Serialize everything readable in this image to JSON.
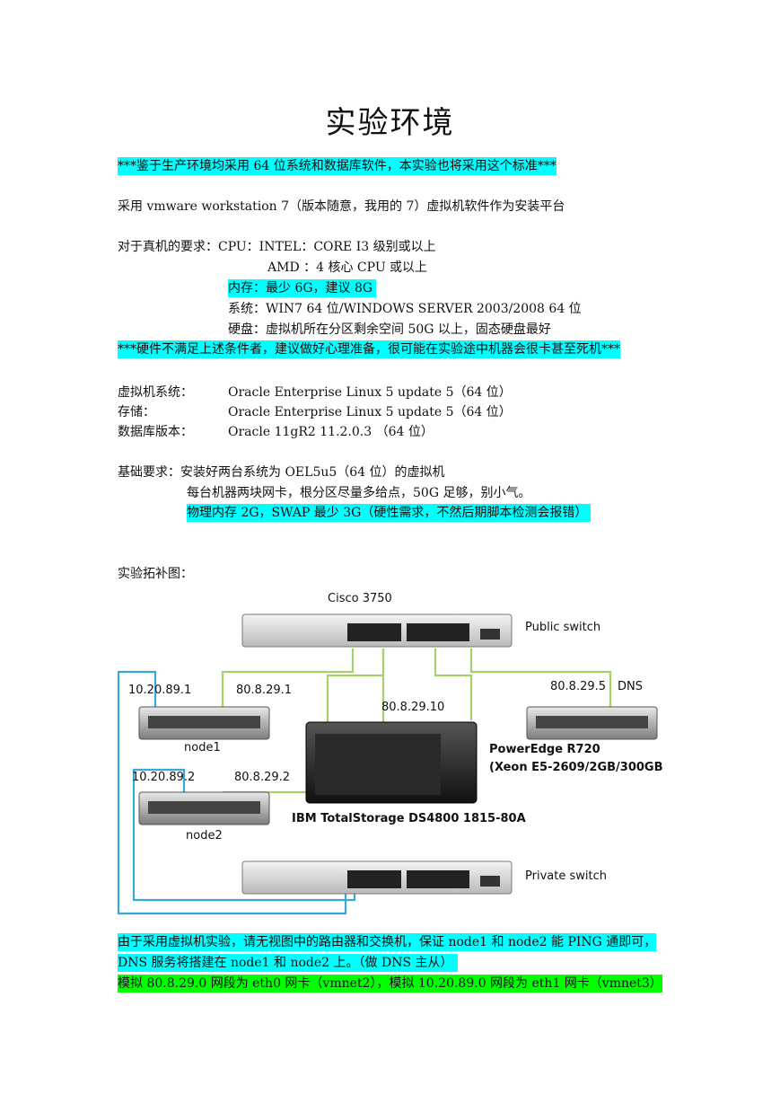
{
  "title": "实验环境",
  "notice1": "***鉴于生产环境均采用 64 位系统和数据库软件，本实验也将采用这个标准***",
  "platform": "采用 vmware workstation 7（版本随意，我用的 7）虚拟机软件作为安装平台",
  "hw": {
    "cpu_label": "对于真机的要求：CPU：INTEL：CORE I3 级别或以上",
    "amd": "AMD ：4 核心 CPU 或以上",
    "mem": "内存：最少 6G，建议 8G",
    "os": "系统：WIN7 64 位/WINDOWS SERVER 2003/2008 64 位",
    "disk": "硬盘：虚拟机所在分区剩余空间 50G 以上，固态硬盘最好"
  },
  "notice2": "***硬件不满足上述条件者，建议做好心理准备，很可能在实验途中机器会很卡甚至死机***",
  "software": [
    {
      "label": "虚拟机系统：",
      "value": "Oracle Enterprise Linux 5 update 5（64 位）"
    },
    {
      "label": "存储：",
      "value": "Oracle Enterprise Linux 5 update 5（64 位）"
    },
    {
      "label": "数据库版本：",
      "value": "Oracle 11gR2 11.2.0.3 （64 位）"
    }
  ],
  "basic": {
    "line1": "基础要求：安装好两台系统为 OEL5u5（64 位）的虚拟机",
    "line2": "每台机器两块网卡，根分区尽量多给点，50G 足够，别小气。",
    "line3": "物理内存 2G，SWAP 最少 3G（硬性需求，不然后期脚本检测会报错）"
  },
  "topology_label": "实验拓补图：",
  "diagram": {
    "cisco": "Cisco 3750",
    "public_switch": "Public switch",
    "private_switch": "Private switch",
    "node1_priv": "10.20.89.1",
    "node1_pub": "80.8.29.1",
    "node1": "node1",
    "node2_priv": "10.20.89.2",
    "node2_pub": "80.8.29.2",
    "node2": "node2",
    "storage_ip": "80.8.29.10",
    "storage": "IBM TotalStorage DS4800 1815-80A",
    "dns_ip": "80.8.29.5",
    "dns": "DNS",
    "server_model": "PowerEdge R720",
    "server_spec": "(Xeon E5-2609/2GB/300GB"
  },
  "footer1a": "由于采用虚拟机实验，请无视图中的路由器和交换机，保证 node1 和 node2 能 PING 通即可，",
  "footer1b": "DNS 服务将搭建在 node1 和 node2 上。（做 DNS 主从）",
  "footer2": "模拟 80.8.29.0 网段为 eth0 网卡（vmnet2），模拟 10.20.89.0 网段为 eth1 网卡（vmnet3）"
}
